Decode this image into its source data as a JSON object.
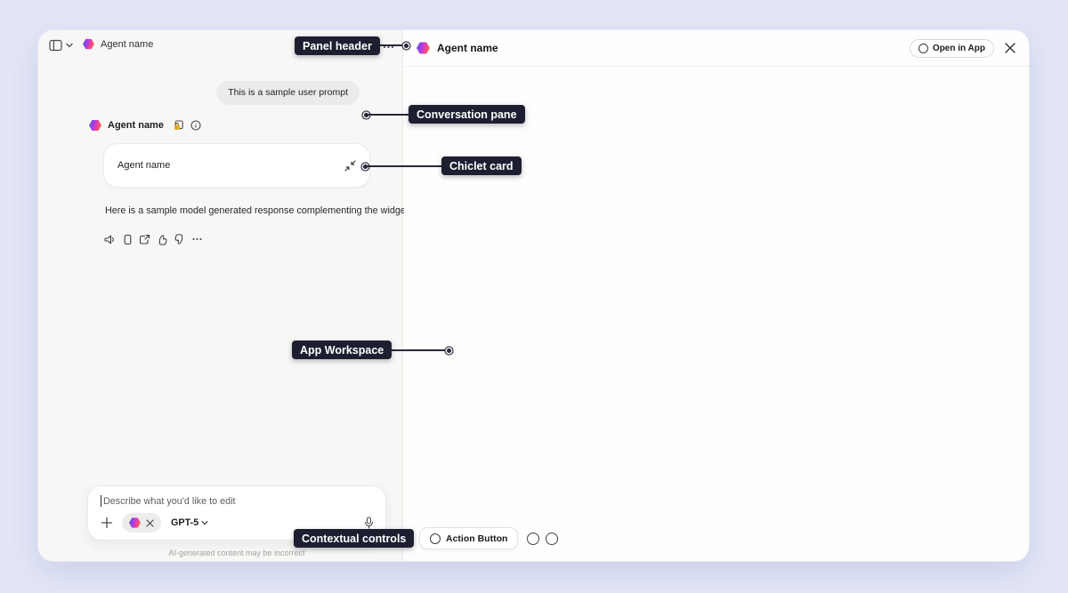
{
  "colors": {
    "canvas_bg": "#e3e6f7",
    "left_pane_bg": "#f7f7f5",
    "right_pane_bg": "#fdfdfc",
    "annotation_chip_bg": "#1d1f31",
    "annotation_text": "#ffffff",
    "logo_gradient": [
      "#5a55e0",
      "#a13deb",
      "#ee3f9e",
      "#f8703b"
    ]
  },
  "icons": {
    "overflow_menu": "three-dots",
    "agent_logo": "gradient-hexagon",
    "response_actions": [
      "read-aloud",
      "copy",
      "share",
      "thumbs-up",
      "thumbs-down",
      "more-options"
    ]
  },
  "left_panel": {
    "header": {
      "agent_name": "Agent name"
    },
    "user_prompt": "This is a sample user prompt",
    "agent_message": {
      "agent_name": "Agent name",
      "chiclet_title": "Agent name",
      "response": "Here is a sample model generated response complementing the widget."
    },
    "composer": {
      "placeholder": "Describe what you'd like to edit",
      "model": "GPT-5",
      "disclaimer": "AI-generated content may be incorrect"
    }
  },
  "right_panel": {
    "header": {
      "agent_name": "Agent name",
      "open_in_app": "Open in App"
    },
    "footer": {
      "action_button": "Action Button"
    }
  },
  "annotations": [
    {
      "label": "Panel header"
    },
    {
      "label": "Conversation pane"
    },
    {
      "label": "Chiclet card"
    },
    {
      "label": "App Workspace"
    },
    {
      "label": "Contextual controls"
    }
  ]
}
